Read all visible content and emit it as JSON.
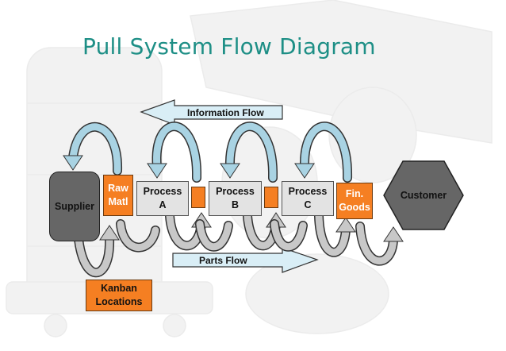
{
  "title": "Pull System Flow Diagram",
  "information_flow_label": "Information Flow",
  "parts_flow_label": "Parts Flow",
  "nodes": {
    "supplier": "Supplier",
    "raw_matl": "Raw\nMatl",
    "process_a": "Process\nA",
    "process_b": "Process\nB",
    "process_c": "Process\nC",
    "fin_goods": "Fin.\nGoods",
    "customer": "Customer",
    "kanban": "Kanban\nLocations"
  },
  "colors": {
    "title": "#1e8f86",
    "kanban_orange": "#f57f22",
    "process_gray": "#e3e3e3",
    "supplier_gray": "#666666",
    "customer_gray": "#666666",
    "upper_arrows": "#a9d3e3",
    "lower_arrows": "#c8c8c8",
    "flow_arrow_fill": "#d9eef6"
  },
  "icons": {
    "information_flow": "arrow-left-icon",
    "parts_flow": "arrow-right-icon",
    "kanban_cycle": "curved-loop-arrow-icon"
  }
}
